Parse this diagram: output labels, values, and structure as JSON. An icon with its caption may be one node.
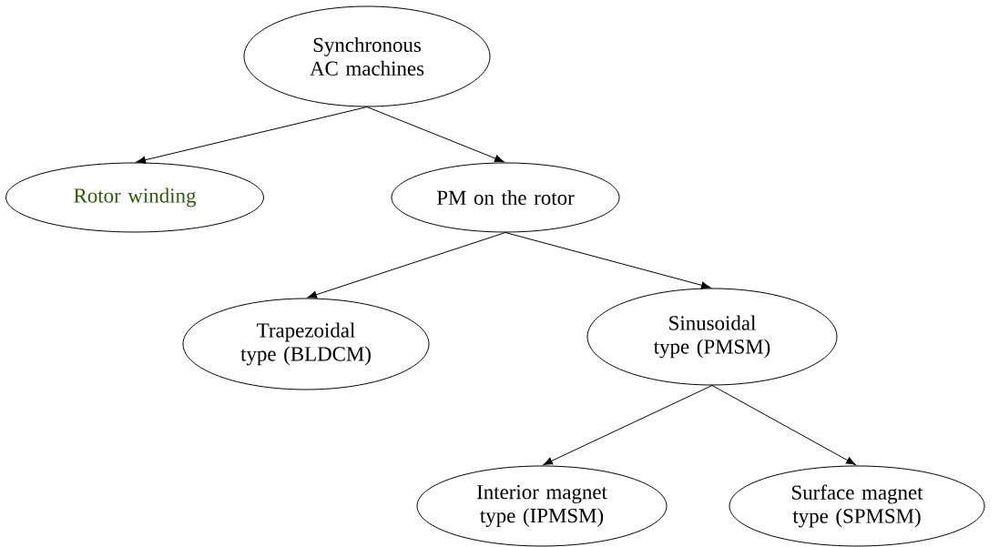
{
  "diagram": {
    "nodes": [
      {
        "text": [
          "Synchronous AC machines"
        ]
      },
      {
        "text": [
          "Rotor winding"
        ]
      },
      {
        "text": [
          "PM on the rotor"
        ]
      },
      {
        "text": [
          "Trapezoidal type (BLDCM)"
        ]
      },
      {
        "text": [
          "Sinusoidal type (PMSM)"
        ]
      },
      {
        "text": [
          "Interior magnet type (IPMSM)"
        ]
      },
      {
        "text": [
          "Surface magnet type (SPMSM)"
        ]
      }
    ],
    "edges": [
      {
        "from": 0,
        "to": 1,
        "arrow": "to"
      },
      {
        "from": 0,
        "to": 2,
        "arrow": "to"
      },
      {
        "from": 2,
        "to": 3,
        "arrow": "to"
      },
      {
        "from": 2,
        "to": 4,
        "arrow": "to"
      },
      {
        "from": 4,
        "to": 5,
        "arrow": "to"
      },
      {
        "from": 4,
        "to": 6,
        "arrow": "to"
      }
    ]
  }
}
